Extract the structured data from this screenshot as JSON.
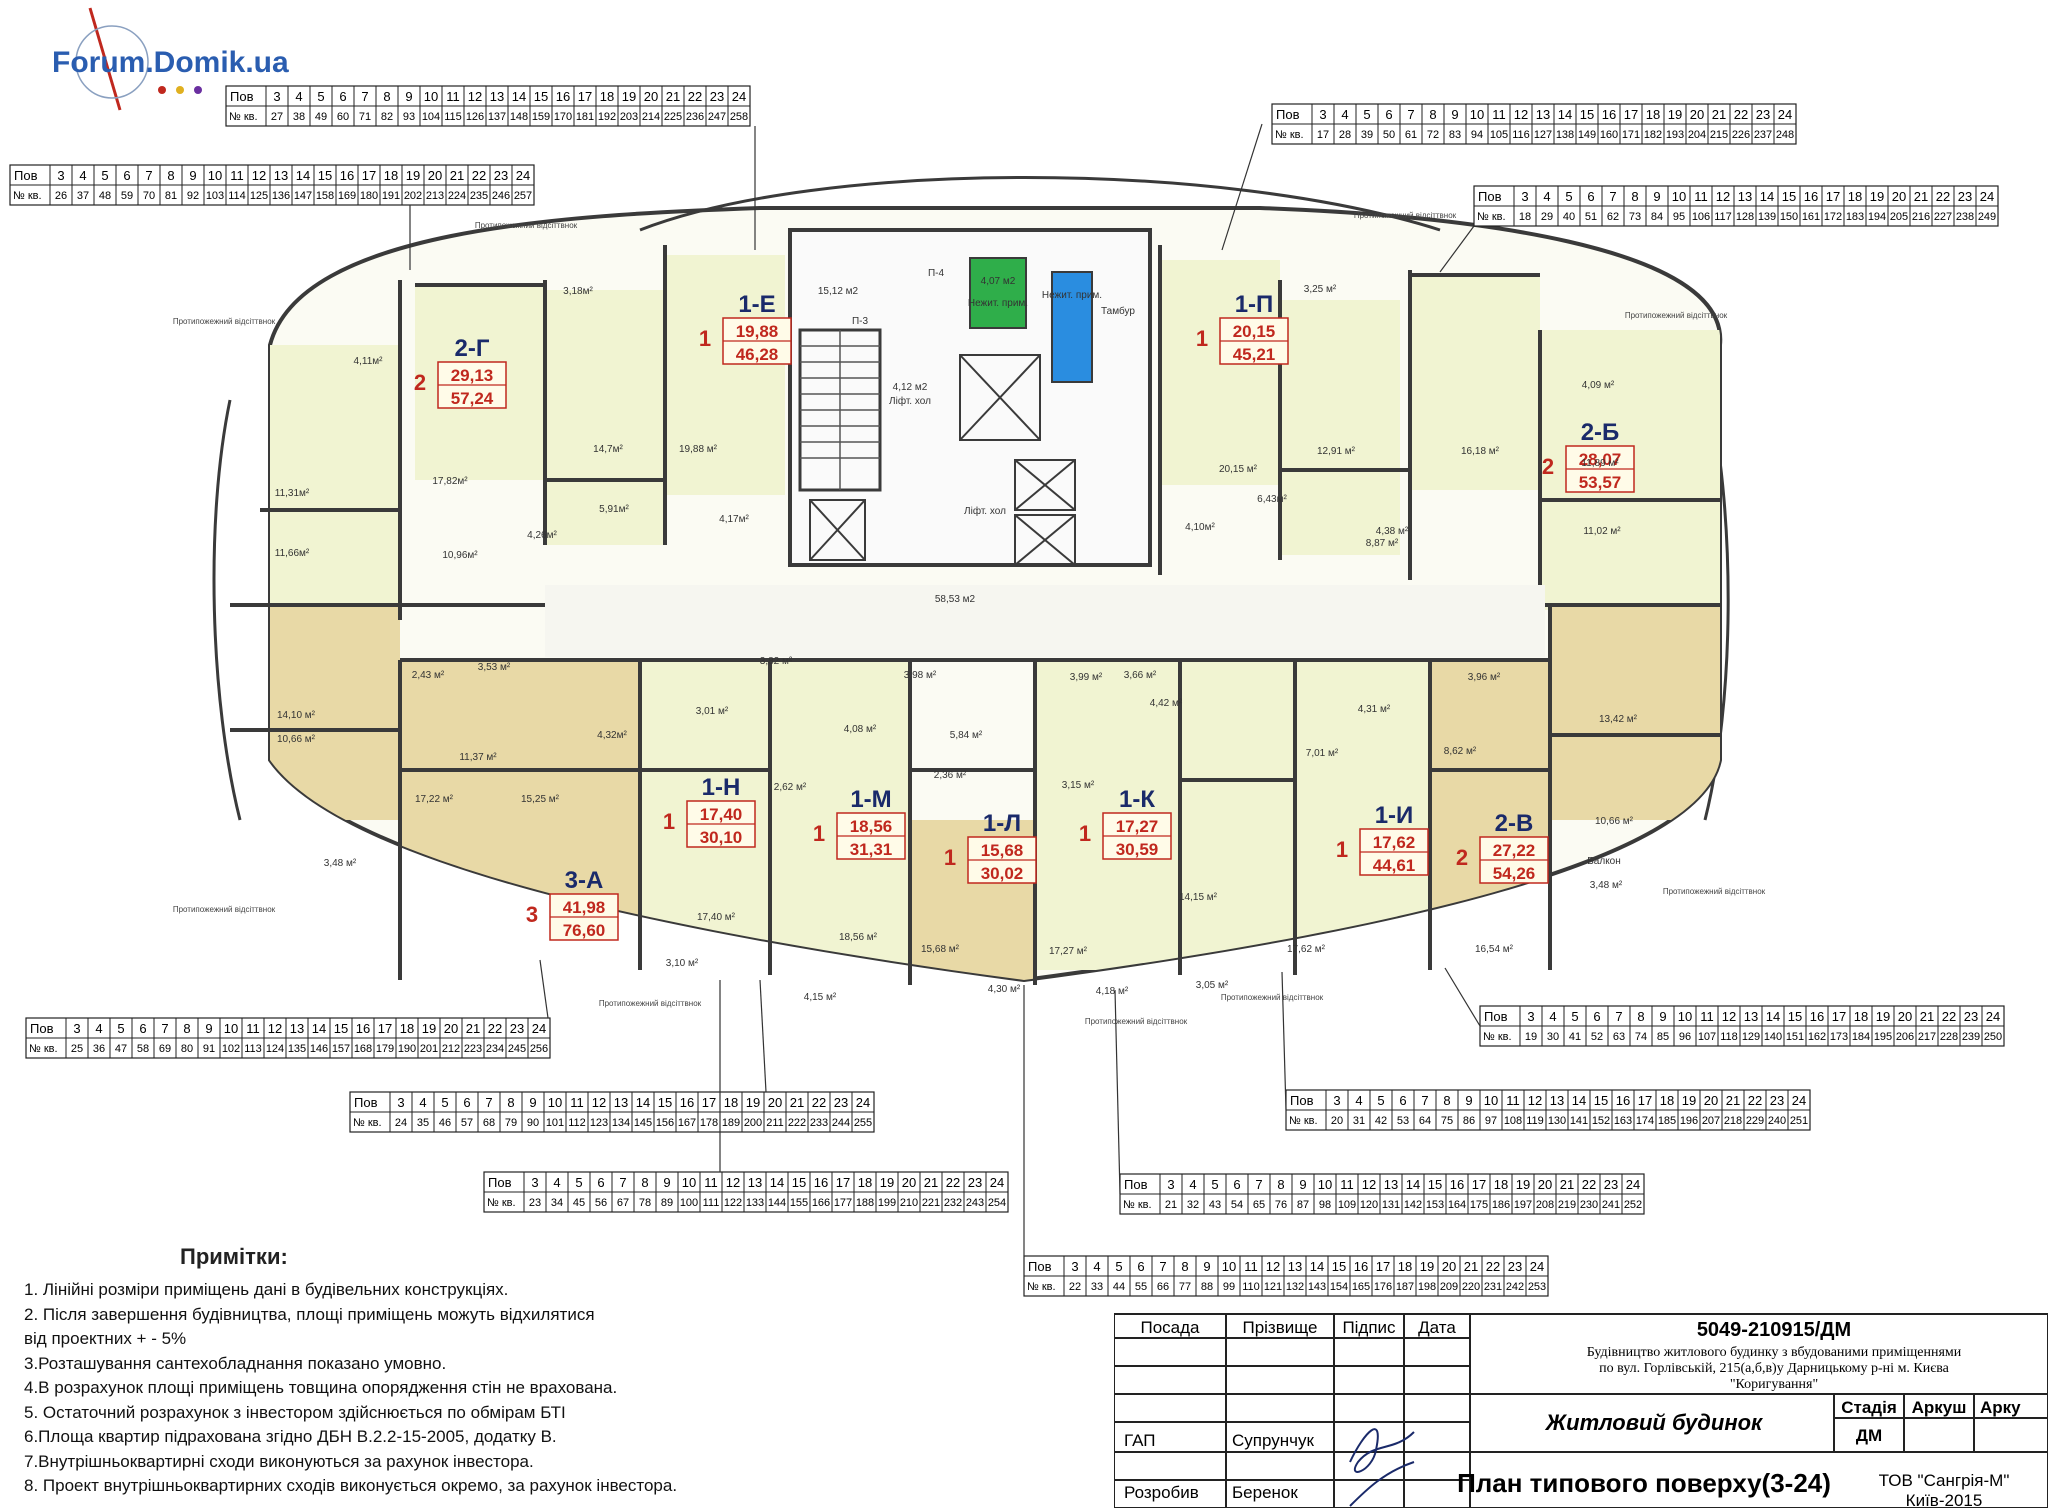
{
  "logo": {
    "text": "Forum.Domik.ua"
  },
  "tables": {
    "row_label_floor": "Пов",
    "row_label_apt": "№ кв.",
    "floors": [
      "3",
      "4",
      "5",
      "6",
      "7",
      "8",
      "9",
      "10",
      "11",
      "12",
      "13",
      "14",
      "15",
      "16",
      "17",
      "18",
      "19",
      "20",
      "21",
      "22",
      "23",
      "24"
    ],
    "list": [
      {
        "id": "t27",
        "apts": [
          27,
          38,
          49,
          60,
          71,
          82,
          93,
          104,
          115,
          126,
          137,
          148,
          159,
          170,
          181,
          192,
          203,
          214,
          225,
          236,
          247,
          258
        ]
      },
      {
        "id": "t26",
        "apts": [
          26,
          37,
          48,
          59,
          70,
          81,
          92,
          103,
          114,
          125,
          136,
          147,
          158,
          169,
          180,
          191,
          202,
          213,
          224,
          235,
          246,
          257
        ]
      },
      {
        "id": "t17",
        "apts": [
          17,
          28,
          39,
          50,
          61,
          72,
          83,
          94,
          105,
          116,
          127,
          138,
          149,
          160,
          171,
          182,
          193,
          204,
          215,
          226,
          237,
          248
        ]
      },
      {
        "id": "t18",
        "apts": [
          18,
          29,
          40,
          51,
          62,
          73,
          84,
          95,
          106,
          117,
          128,
          139,
          150,
          161,
          172,
          183,
          194,
          205,
          216,
          227,
          238,
          249
        ]
      },
      {
        "id": "t25",
        "apts": [
          25,
          36,
          47,
          58,
          69,
          80,
          91,
          102,
          113,
          124,
          135,
          146,
          157,
          168,
          179,
          190,
          201,
          212,
          223,
          234,
          245,
          256
        ]
      },
      {
        "id": "t19",
        "apts": [
          19,
          30,
          41,
          52,
          63,
          74,
          85,
          96,
          107,
          118,
          129,
          140,
          151,
          162,
          173,
          184,
          195,
          206,
          217,
          228,
          239,
          250
        ]
      },
      {
        "id": "t24",
        "apts": [
          24,
          35,
          46,
          57,
          68,
          79,
          90,
          101,
          112,
          123,
          134,
          145,
          156,
          167,
          178,
          189,
          200,
          211,
          222,
          233,
          244,
          255
        ]
      },
      {
        "id": "t20",
        "apts": [
          20,
          31,
          42,
          53,
          64,
          75,
          86,
          97,
          108,
          119,
          130,
          141,
          152,
          163,
          174,
          185,
          196,
          207,
          218,
          229,
          240,
          251
        ]
      },
      {
        "id": "t23",
        "apts": [
          23,
          34,
          45,
          56,
          67,
          78,
          89,
          100,
          111,
          122,
          133,
          144,
          155,
          166,
          177,
          188,
          199,
          210,
          221,
          232,
          243,
          254
        ]
      },
      {
        "id": "t21",
        "apts": [
          21,
          32,
          43,
          54,
          65,
          76,
          87,
          98,
          109,
          120,
          131,
          142,
          153,
          164,
          175,
          186,
          197,
          208,
          219,
          230,
          241,
          252
        ]
      },
      {
        "id": "t22",
        "apts": [
          22,
          33,
          44,
          55,
          66,
          77,
          88,
          99,
          110,
          121,
          132,
          143,
          154,
          165,
          176,
          187,
          198,
          209,
          220,
          231,
          242,
          253
        ]
      }
    ]
  },
  "apartments": [
    {
      "code": "2-Г",
      "rooms": "2",
      "living": "29,13",
      "total": "57,24"
    },
    {
      "code": "1-Е",
      "rooms": "1",
      "living": "19,88",
      "total": "46,28"
    },
    {
      "code": "1-П",
      "rooms": "1",
      "living": "20,15",
      "total": "45,21"
    },
    {
      "code": "2-Б",
      "rooms": "2",
      "living": "28,07",
      "total": "53,57"
    },
    {
      "code": "3-А",
      "rooms": "3",
      "living": "41,98",
      "total": "76,60"
    },
    {
      "code": "1-Н",
      "rooms": "1",
      "living": "17,40",
      "total": "30,10"
    },
    {
      "code": "1-М",
      "rooms": "1",
      "living": "18,56",
      "total": "31,31"
    },
    {
      "code": "1-Л",
      "rooms": "1",
      "living": "15,68",
      "total": "30,02"
    },
    {
      "code": "1-К",
      "rooms": "1",
      "living": "17,27",
      "total": "30,59"
    },
    {
      "code": "1-И",
      "rooms": "1",
      "living": "17,62",
      "total": "44,61"
    },
    {
      "code": "2-В",
      "rooms": "2",
      "living": "27,22",
      "total": "54,26"
    }
  ],
  "rooms": {
    "a1": "4,11м²",
    "a2": "3,18м²",
    "a3": "17,82м²",
    "a4": "14,7м²",
    "a5": "19,88 м²",
    "a6": "11,31м²",
    "a7": "10,96м²",
    "a8": "4,26м²",
    "a9": "5,91м²",
    "a10": "4,17м²",
    "a11": "11,66м²",
    "b1": "15,12 м2",
    "b2": "4,07 м2",
    "b3": "Нежит. прим.",
    "b4": "Нежит. прим.",
    "b5": "Тамбур",
    "b6": "4,12 м2",
    "b7": "Ліфт. хол",
    "b8": "Ліфт. хол",
    "b9": "58,53 м2",
    "b10": "П-4",
    "b11": "П-3",
    "c1": "3,25 м²",
    "c2": "20,15 м²",
    "c3": "12,91 м²",
    "c4": "16,18 м²",
    "c5": "4,09 м²",
    "c6": "11,89 м²",
    "c7": "4,10м²",
    "c8": "6,43м²",
    "c9": "4,38 м²",
    "c10": "8,87 м²",
    "c11": "11,02 м²",
    "d1": "2,43 м²",
    "d2": "3,53 м²",
    "d3": "14,10 м²",
    "d4": "10,66 м²",
    "d5": "11,37 м²",
    "d6": "17,22 м²",
    "d7": "15,25 м²",
    "d8": "3,48 м²",
    "d9": "3,10 м²",
    "d10": "4,32м²",
    "d11": "3,01 м²",
    "d12": "17,40 м²",
    "e1": "3,82 м²",
    "e2": "4,08 м²",
    "e3": "2,62 м²",
    "e4": "18,56 м²",
    "e5": "4,15 м²",
    "e6": "3,98 м²",
    "e7": "5,84 м²",
    "e8": "2,36 м²",
    "e9": "15,68 м²",
    "e10": "4,30 м²",
    "f1": "3,99 м²",
    "f2": "3,66 м²",
    "f3": "3,15 м²",
    "f4": "17,27 м²",
    "f5": "4,18 м²",
    "f6": "4,42 м²",
    "f7": "14,15 м²",
    "f8": "3,05 м²",
    "f9": "4,31 м²",
    "f10": "7,01 м²",
    "f11": "17,62 м²",
    "g1": "3,96 м²",
    "g2": "13,42 м²",
    "g3": "8,62 м²",
    "g4": "10,66 м²",
    "g5": "16,54 м²",
    "g6": "3,48 м²",
    "g7": "Балкон"
  },
  "fire_label": "Протипожежний відсіттвнок",
  "notes": {
    "title": "Примітки:",
    "items": [
      "1. Лінійні розміри приміщень дані в будівельних конструкціях.",
      "2. Після завершення  будівництва, площі приміщень можуть відхилятися",
      "від проектних + - 5%",
      "3.Розташування сантехобладнання показано умовно.",
      "4.В розрахунок площі приміщень товщина опорядження стін не врахована.",
      "5. Остаточний розрахунок з інвестором здійснюється по обмірам БТІ",
      "6.Площа квартир підрахована згідно ДБН В.2.2-15-2005, додатку В.",
      "7.Внутрішньоквартирні сходи виконуються за рахунок інвестора.",
      "8. Проект внутрішньоквартирних сходів виконується окремо, за  рахунок інвестора."
    ]
  },
  "stamp": {
    "code": "5049-210915/ДМ",
    "desc1": "Будівництво житлового будинку з вбудованими приміщеннями",
    "desc2": "по вул. Горлівській, 215(а,б,в)у Дарницькому р-ні м. Києва",
    "desc3": "\"Коригування\"",
    "h_pos": "Посада",
    "h_name": "Прізвище",
    "h_sign": "Підпис",
    "h_date": "Дата",
    "r1_pos": "ГАП",
    "r1_name": "Супрунчук",
    "r2_pos": "Розробив",
    "r2_name": "Беренок",
    "building": "Житловий будинок",
    "plan_title": "План типового поверху(3-24)",
    "stage_h": "Стадія",
    "sheet_h": "Аркуш",
    "sheets_h": "Арку",
    "stage_v": "ДМ",
    "company": "ТОВ \"Сангрія-М\"",
    "city": "Київ-2015"
  },
  "colors": {
    "wall": "#3a3a3a",
    "floor_light": "#f1f4d2",
    "floor_tan": "#e8d9a6",
    "corridor": "#f6f6f0",
    "green_room": "#2fae4a",
    "blue_room": "#2a8de0",
    "accent_red": "#c0281e"
  }
}
